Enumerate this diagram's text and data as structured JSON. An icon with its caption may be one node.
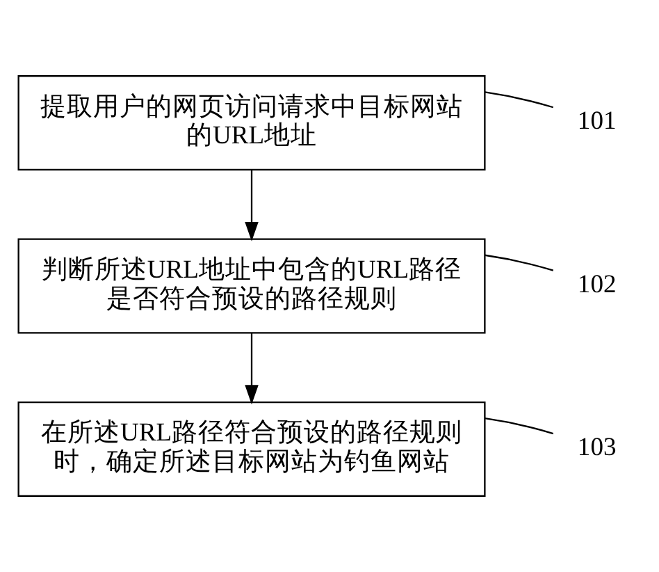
{
  "diagram": {
    "nodes": [
      {
        "text": [
          "提取用户的网页访问请求中目标网站的URL地址"
        ]
      },
      {
        "text": [
          "判断所述URL地址中包含的URL路径是否符合预设的路径规则"
        ]
      },
      {
        "text": [
          "在所述URL路径符合预设的路径规则时，确定所述目标网站为钓鱼网站"
        ]
      },
      {
        "text": [
          "101"
        ]
      },
      {
        "text": [
          "102"
        ]
      },
      {
        "text": [
          "103"
        ]
      }
    ],
    "edges": [
      {
        "from": 0,
        "to": 1,
        "arrow": "to"
      },
      {
        "from": 1,
        "to": 2,
        "arrow": "to"
      },
      {
        "from": 3,
        "to": 0,
        "arrow": "none"
      },
      {
        "from": 4,
        "to": 1,
        "arrow": "none"
      },
      {
        "from": 5,
        "to": 2,
        "arrow": "none"
      }
    ]
  }
}
